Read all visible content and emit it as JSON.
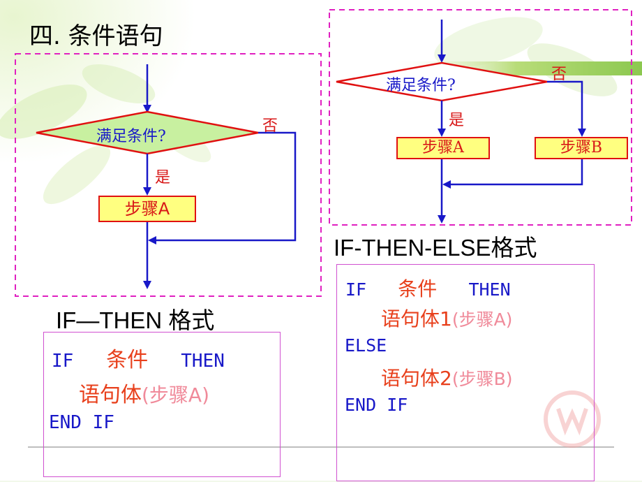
{
  "title": "四. 条件语句",
  "left_flow": {
    "condition": "满足条件?",
    "no_label": "否",
    "yes_label": "是",
    "step": "步骤A"
  },
  "left_caption": "IF—THEN 格式",
  "left_code": {
    "line1_if": "IF",
    "line1_cond": "条件",
    "line1_then": "THEN",
    "line2_body": "语句体",
    "line2_step": "(步骤A)",
    "line3": "END IF"
  },
  "right_flow": {
    "condition": "满足条件?",
    "no_label": "否",
    "yes_label": "是",
    "step_a": "步骤A",
    "step_b": "步骤B"
  },
  "right_caption": "IF-THEN-ELSE格式",
  "right_code": {
    "line1_if": "IF",
    "line1_cond": "条件",
    "line1_then": "THEN",
    "line2_body": "语句体1",
    "line2_step": "(步骤A)",
    "line3": "ELSE",
    "line4_body": "语句体2",
    "line4_step": "(步骤B)",
    "line5": "END IF"
  },
  "colors": {
    "arrow": "#1818c8",
    "diamond_fill": "#c8f0a0",
    "diamond_stroke": "#e01010",
    "step_fill": "#ffff80",
    "dash_border": "#e020c0",
    "code_blue": "#1818c8",
    "code_red": "#e8401c",
    "code_pink": "#f08a9a"
  }
}
